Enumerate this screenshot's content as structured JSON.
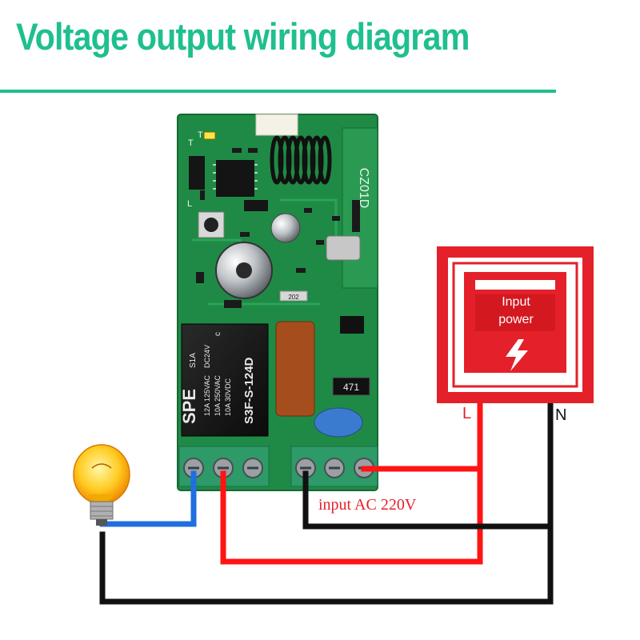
{
  "title": "Voltage output wiring diagram",
  "colors": {
    "title": "#1fbf8f",
    "rule": "#1fbf8f",
    "pcb": "#1f8a45",
    "live_wire": "#ff1414",
    "neutral_wire": "#111111",
    "load_wire": "#1f6fe0",
    "power_box": "#e4202a"
  },
  "board": {
    "antenna_label": "CZ01D",
    "relay": {
      "brand": "SPE",
      "model": "S3F-S-124D",
      "type": "S1A",
      "coil": "DC24V",
      "ratings": [
        "12A 125VAC",
        "10A 250VAC",
        "10A 30VDC"
      ],
      "contact": "c"
    },
    "capacitor_label": "202",
    "resistor_label": "471",
    "pin_labels": [
      "T",
      "T",
      "L"
    ]
  },
  "power_source": {
    "label_line1": "Input",
    "label_line2": "power",
    "icon": "lightning-bolt-icon",
    "terminal_left": "L",
    "terminal_right": "N"
  },
  "input_label_part1": "input",
  "input_label_part2": "AC 220V",
  "load": {
    "icon": "light-bulb-icon"
  }
}
